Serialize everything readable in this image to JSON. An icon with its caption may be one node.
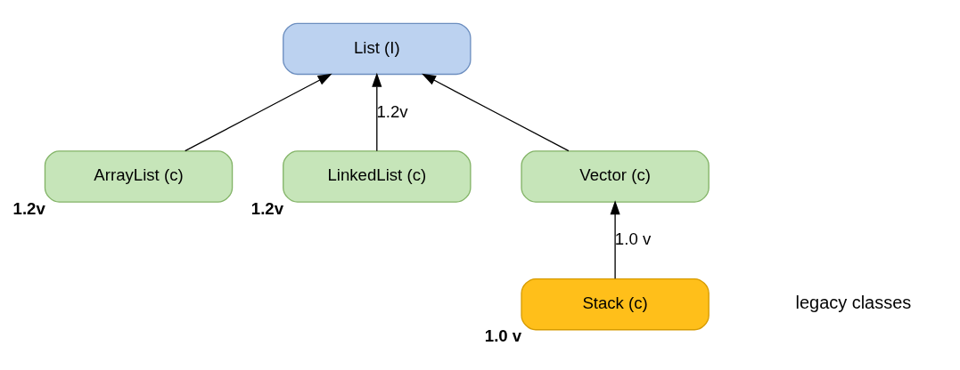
{
  "diagram": {
    "nodes": [
      {
        "text": [
          "List (I)"
        ]
      },
      {
        "text": [
          "ArrayList (c)"
        ],
        "beside": [
          "1.2v"
        ]
      },
      {
        "text": [
          "LinkedList (c)"
        ],
        "beside": [
          "1.2v"
        ]
      },
      {
        "text": [
          "Vector (c)"
        ]
      },
      {
        "text": [
          "Stack (c)"
        ],
        "beside": [
          "1.0 v"
        ]
      }
    ],
    "edges": [
      {
        "from": 1,
        "to": 0,
        "arrow": "to"
      },
      {
        "from": 2,
        "to": 0,
        "arrow": "to",
        "label": "1.2v"
      },
      {
        "from": 3,
        "to": 0,
        "arrow": "to"
      },
      {
        "from": 4,
        "to": 3,
        "arrow": "to",
        "label": "1.0 v"
      }
    ],
    "labels": [
      "legacy classes"
    ]
  }
}
